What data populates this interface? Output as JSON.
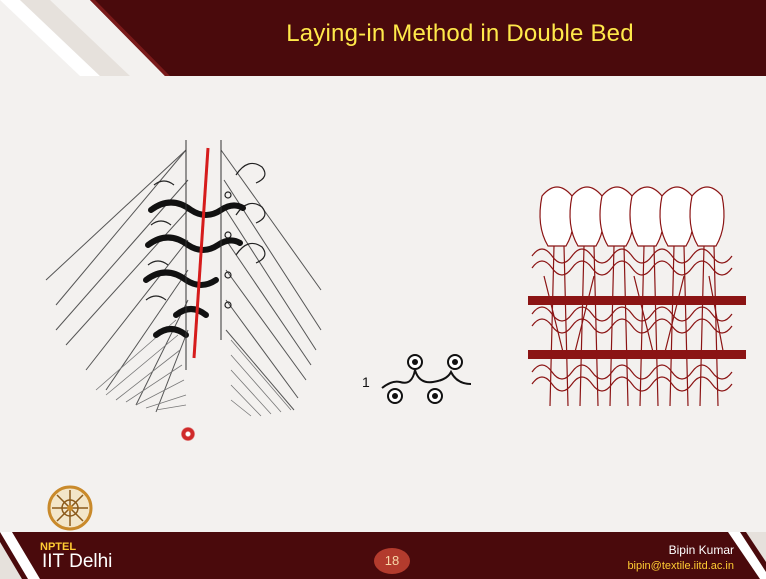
{
  "slide": {
    "title": "Laying-in Method in Double Bed",
    "page_number": "18",
    "institute_small": "NPTEL",
    "institute": "IIT Delhi",
    "author": "Bipin Kumar",
    "email": "bipin@textile.iitd.ac.in",
    "notation_label": "1"
  },
  "icons": [
    "institute-logo-icon",
    "laser-pointer-icon"
  ],
  "colors": {
    "header": "#4a0a0c",
    "title": "#ffe94a",
    "accent_red": "#8b1414",
    "line_red": "#d61c1c"
  }
}
